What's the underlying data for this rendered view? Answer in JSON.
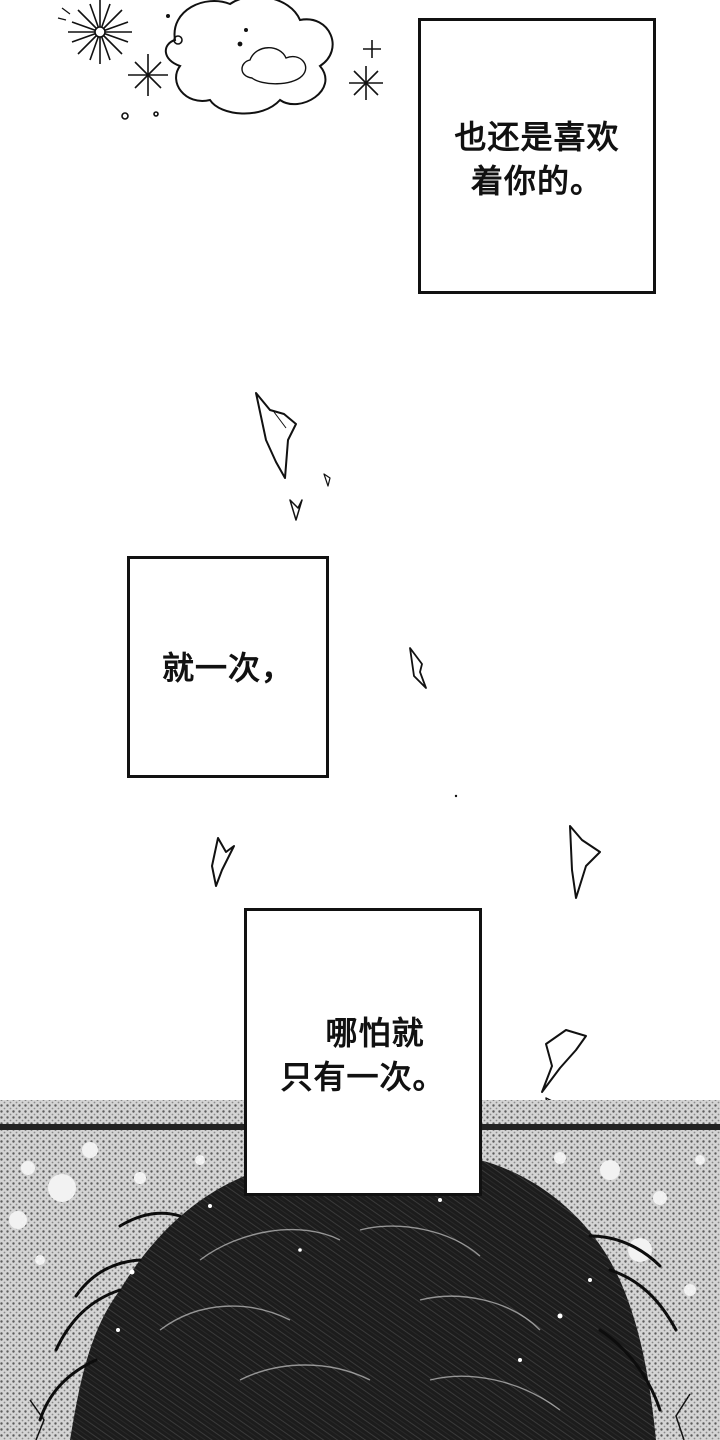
{
  "panel": {
    "background_color": "#ffffff",
    "ink_color": "#111111",
    "screentone_color": "#7a7a7a"
  },
  "captions": {
    "c1": {
      "line1": "也还是喜欢",
      "line2": "着你的。"
    },
    "c2": {
      "line1": "就一次，"
    },
    "c3": {
      "line1": "哪怕就",
      "line2": "只有一次。"
    }
  },
  "illustration": {
    "top": "sparkles-and-cloud-drawing",
    "middle": "falling-petal-shards",
    "bottom": "dark-tousled-hair-over-screentone"
  }
}
